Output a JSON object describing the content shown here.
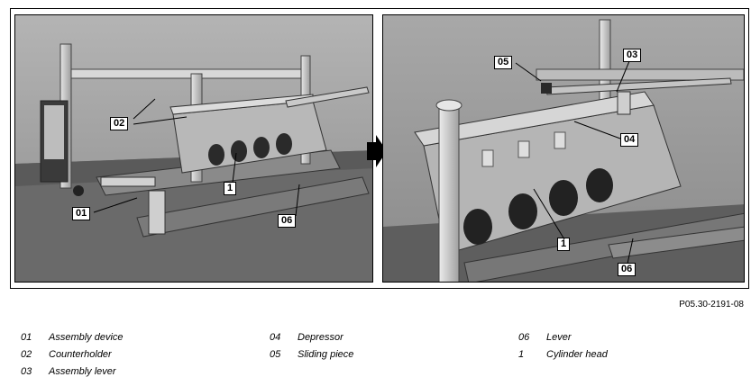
{
  "callouts": {
    "left": {
      "c02": "02",
      "c1": "1",
      "c01": "01",
      "c06": "06"
    },
    "right": {
      "c05": "05",
      "c03": "03",
      "c04": "04",
      "c1": "1",
      "c06": "06"
    }
  },
  "figure_ref": "P05.30-2191-08",
  "legend": [
    {
      "num": "01",
      "text": "Assembly device"
    },
    {
      "num": "02",
      "text": "Counterholder"
    },
    {
      "num": "03",
      "text": "Assembly lever"
    },
    {
      "num": "04",
      "text": "Depressor"
    },
    {
      "num": "05",
      "text": "Sliding piece"
    },
    {
      "num": "06",
      "text": "Lever"
    },
    {
      "num": "1",
      "text": "Cylinder head"
    }
  ],
  "colors": {
    "photo_bg": "#9a9a9a",
    "table": "#5f5f5f",
    "metal": "#c8c8c8"
  }
}
